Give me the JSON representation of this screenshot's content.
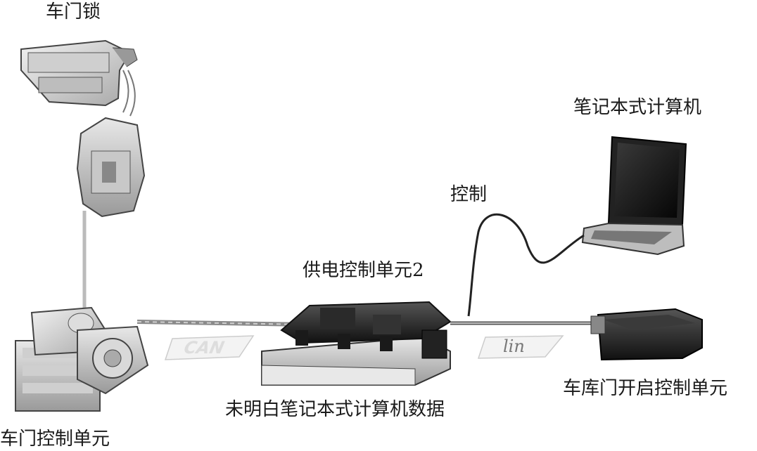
{
  "labels": {
    "door_lock": "车门锁",
    "laptop": "笔记本式计算机",
    "control": "控制",
    "power_unit": "供电控制单元2",
    "garage_unit": "车库门开启控制单元",
    "unknown_data": "未明白笔记本式计算机数据",
    "door_control_unit": "车门控制单元"
  },
  "bus_tags": {
    "can": "CAN",
    "lin": "lin"
  }
}
